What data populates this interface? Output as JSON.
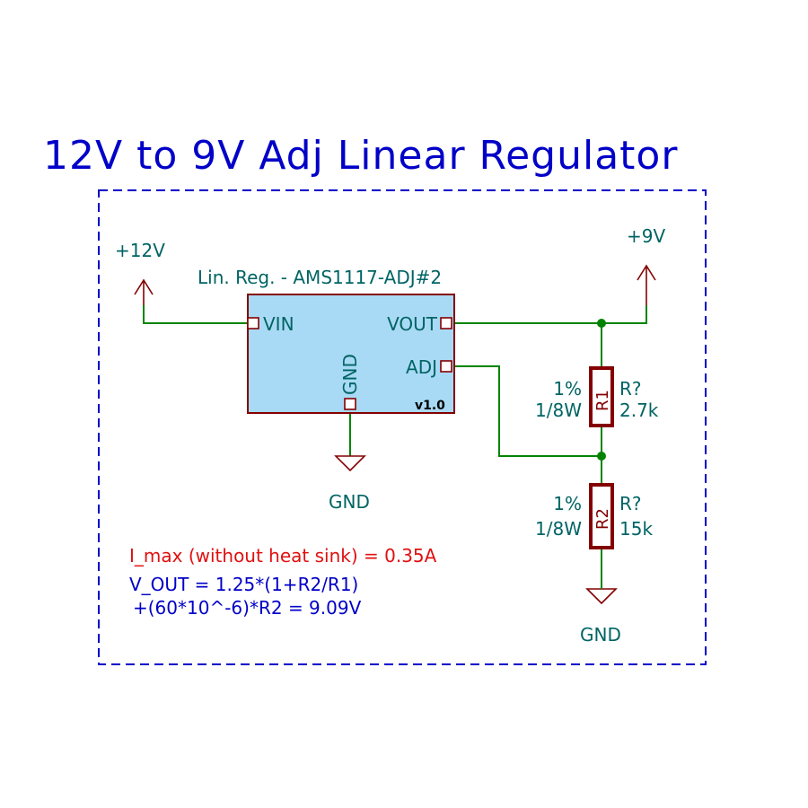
{
  "title": "12V to 9V Adj Linear Regulator",
  "power": {
    "in_label": "+12V",
    "out_label": "+9V",
    "gnd_label_1": "GND",
    "gnd_label_2": "GND"
  },
  "regulator": {
    "name": "Lin. Reg. - AMS1117-ADJ#2",
    "pin_vin": "VIN",
    "pin_vout": "VOUT",
    "pin_adj": "ADJ",
    "pin_gnd": "GND",
    "version": "v1.0"
  },
  "resistors": [
    {
      "designator": "R1",
      "ref": "R?",
      "value": "2.7k",
      "tolerance": "1%",
      "power": "1/8W"
    },
    {
      "designator": "R2",
      "ref": "R?",
      "value": "15k",
      "tolerance": "1%",
      "power": "1/8W"
    }
  ],
  "notes": {
    "imax": "I_max (without heat sink) = 0.35A",
    "vout_line1": "V_OUT = 1.25*(1+R2/R1)",
    "vout_line2": "+(60*10^-6)*R2 = 9.09V"
  },
  "colors": {
    "wire": "#008400",
    "symbol": "#840000",
    "text_teal": "#006464",
    "text_blue": "#0000c8",
    "text_red": "#e01010",
    "ic_fill": "#a9daf5"
  }
}
